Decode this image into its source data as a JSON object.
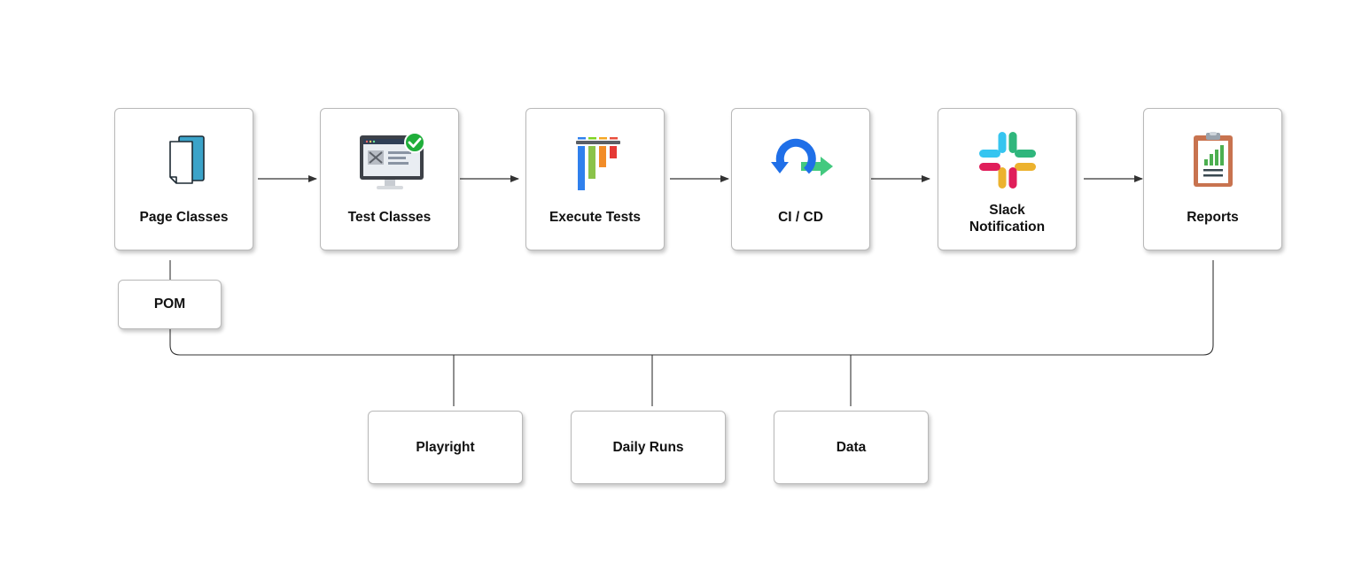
{
  "steps": [
    {
      "label": "Page Classes",
      "icon": "document-pages-icon"
    },
    {
      "label": "Test Classes",
      "icon": "monitor-check-icon"
    },
    {
      "label": "Execute Tests",
      "icon": "colored-bars-icon"
    },
    {
      "label": "CI / CD",
      "icon": "pipeline-loop-icon"
    },
    {
      "label": "Slack Notification",
      "line1": "Slack",
      "line2": "Notification",
      "icon": "slack-logo-icon"
    },
    {
      "label": "Reports",
      "icon": "clipboard-report-icon"
    }
  ],
  "pom": {
    "label": "POM"
  },
  "bottom": [
    {
      "label": "Playright"
    },
    {
      "label": "Daily Runs"
    },
    {
      "label": "Data"
    }
  ],
  "colors": {
    "border": "#b9b9b9",
    "line": "#333333",
    "pages_icon": "#3ba3c9",
    "check_green": "#1fae3a",
    "ci_blue": "#1f6fe8",
    "ci_green": "#43c97f"
  }
}
